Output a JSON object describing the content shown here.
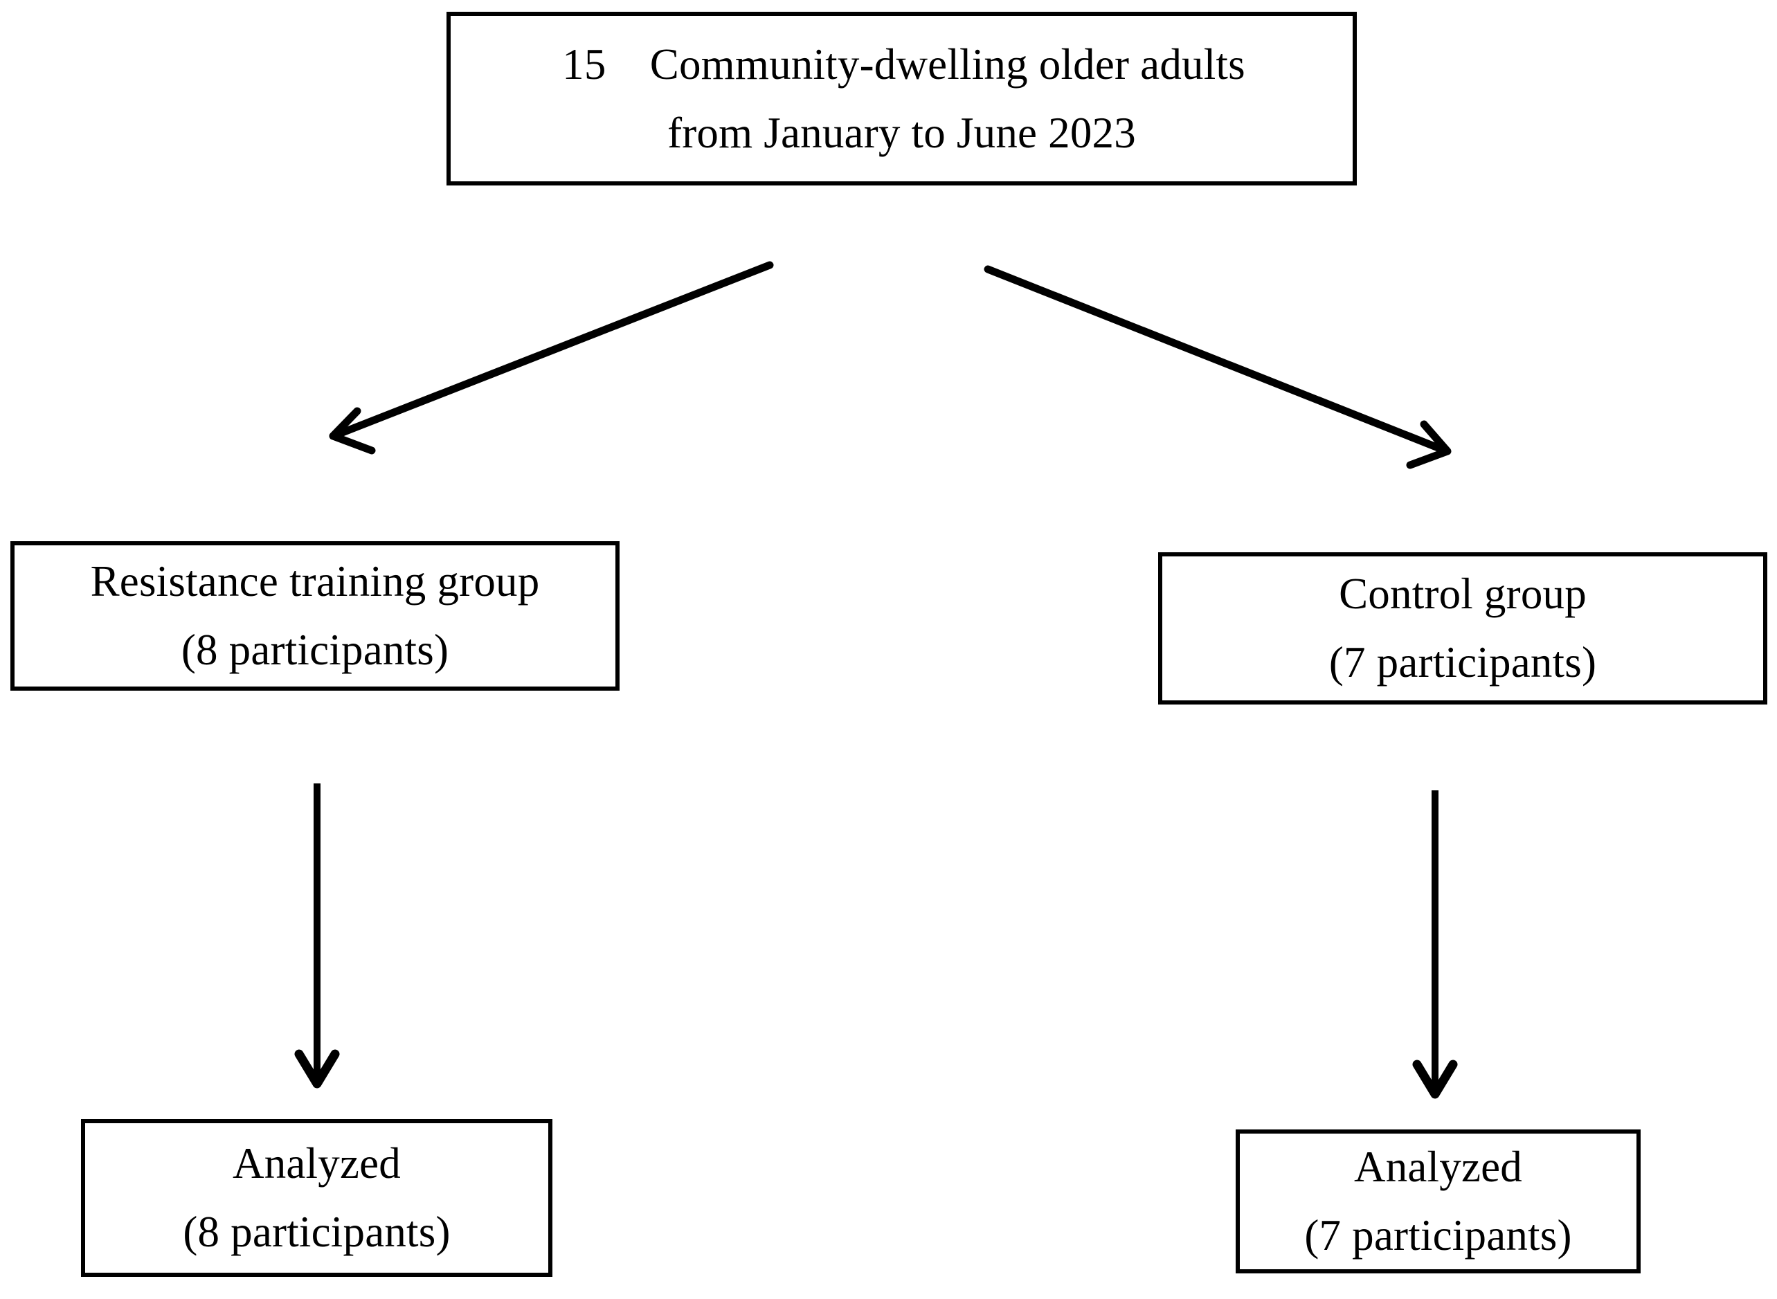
{
  "figure": {
    "type": "participant-flow-diagram",
    "background_color": "#ffffff",
    "stroke_color": "#000000"
  },
  "boxes": {
    "enrollment": {
      "name": "enrollment-box",
      "line1": "15　Community-dwelling older adults",
      "line2": "from January to June 2023",
      "count": "15"
    },
    "resistance_group": {
      "name": "resistance-training-group-box",
      "line1": "Resistance training group",
      "line2": "(8 participants)",
      "count": "8"
    },
    "control_group": {
      "name": "control-group-box",
      "line1": "Control group",
      "line2": "(7 participants)",
      "count": "7"
    },
    "analyzed_resistance": {
      "name": "analyzed-resistance-box",
      "line1": "Analyzed",
      "line2": "(8 participants)",
      "count": "8"
    },
    "analyzed_control": {
      "name": "analyzed-control-box",
      "line1": "Analyzed",
      "line2": "(7 participants)",
      "count": "7"
    }
  },
  "arrows": [
    {
      "name": "arrow-enrollment-to-resistance",
      "direction": "down-left",
      "from": "enrollment",
      "to": "resistance_group"
    },
    {
      "name": "arrow-enrollment-to-control",
      "direction": "down-right",
      "from": "enrollment",
      "to": "control_group"
    },
    {
      "name": "arrow-resistance-to-analyzed",
      "direction": "down",
      "from": "resistance_group",
      "to": "analyzed_resistance"
    },
    {
      "name": "arrow-control-to-analyzed",
      "direction": "down",
      "from": "control_group",
      "to": "analyzed_control"
    }
  ]
}
